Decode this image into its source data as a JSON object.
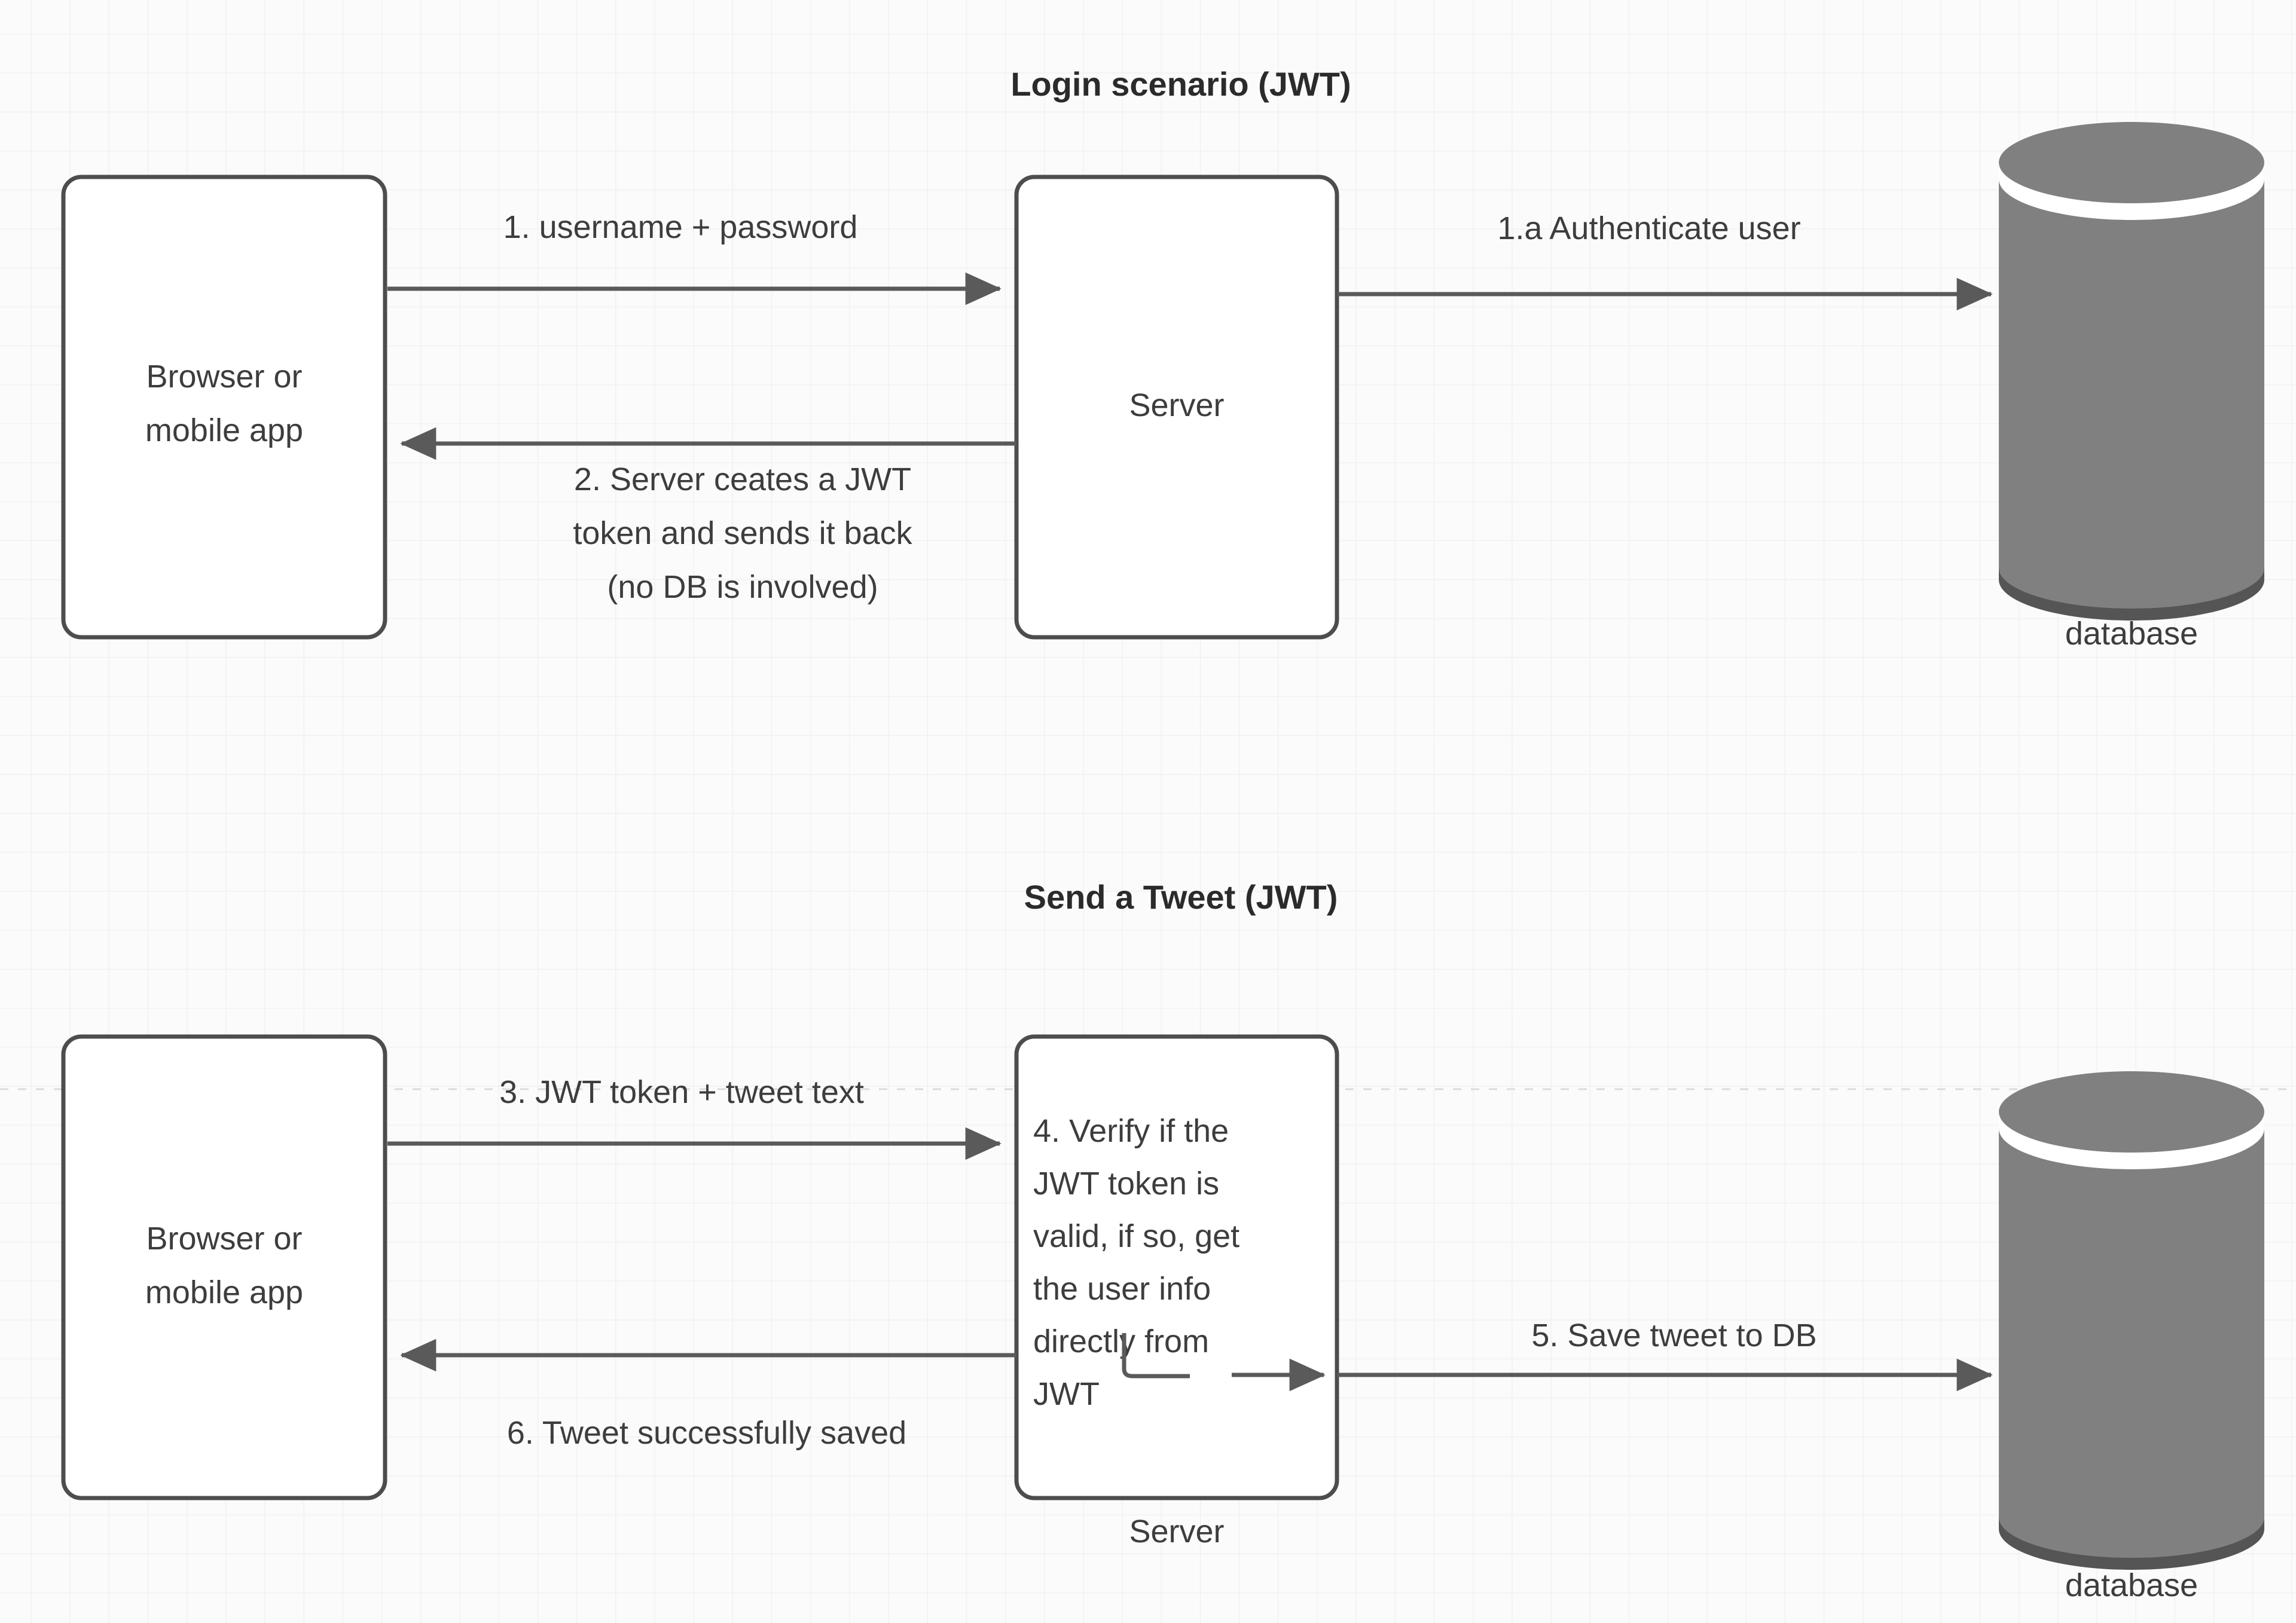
{
  "page": {
    "background_color": "#fbfbfb",
    "grid_color": "#f1f1f1",
    "stroke_color": "#5a5a5a",
    "box_fill": "#ffffff",
    "box_stroke": "#4d4d4d",
    "cylinder_body_color": "#808080",
    "cylinder_rim_color": "#555555",
    "text_color": "#3d3d3d",
    "title_color": "#2b2b2b"
  },
  "sections": [
    {
      "id": "login",
      "title": "Login scenario (JWT)",
      "nodes": {
        "client": {
          "label_line1": "Browser or",
          "label_line2": "mobile app"
        },
        "server": {
          "label": "Server"
        },
        "database": {
          "label": "database"
        }
      },
      "edges": [
        {
          "id": "step1",
          "label": "1. username + password",
          "from": "client",
          "to": "server",
          "direction": "right"
        },
        {
          "id": "step2",
          "label_line1": "2. Server ceates a JWT",
          "label_line2": "token and sends it back",
          "label_line3": "(no DB is involved)",
          "from": "server",
          "to": "client",
          "direction": "left"
        },
        {
          "id": "step1a",
          "label": "1.a Authenticate user",
          "from": "server",
          "to": "database",
          "direction": "right"
        }
      ]
    },
    {
      "id": "tweet",
      "title": "Send a Tweet (JWT)",
      "nodes": {
        "client": {
          "label_line1": "Browser or",
          "label_line2": "mobile app"
        },
        "server": {
          "label": "Server",
          "body_line1": "4. Verify if the",
          "body_line2": "JWT token is",
          "body_line3": "valid, if so, get",
          "body_line4": "the user info",
          "body_line5": "directly from",
          "body_line6": "JWT"
        },
        "database": {
          "label": "database"
        }
      },
      "edges": [
        {
          "id": "step3",
          "label": "3. JWT token + tweet text",
          "from": "client",
          "to": "server",
          "direction": "right"
        },
        {
          "id": "step6",
          "label": "6. Tweet successfully saved",
          "from": "server",
          "to": "client",
          "direction": "left"
        },
        {
          "id": "step5",
          "label": "5. Save tweet to DB",
          "from": "server",
          "to": "database",
          "direction": "right"
        }
      ]
    }
  ]
}
